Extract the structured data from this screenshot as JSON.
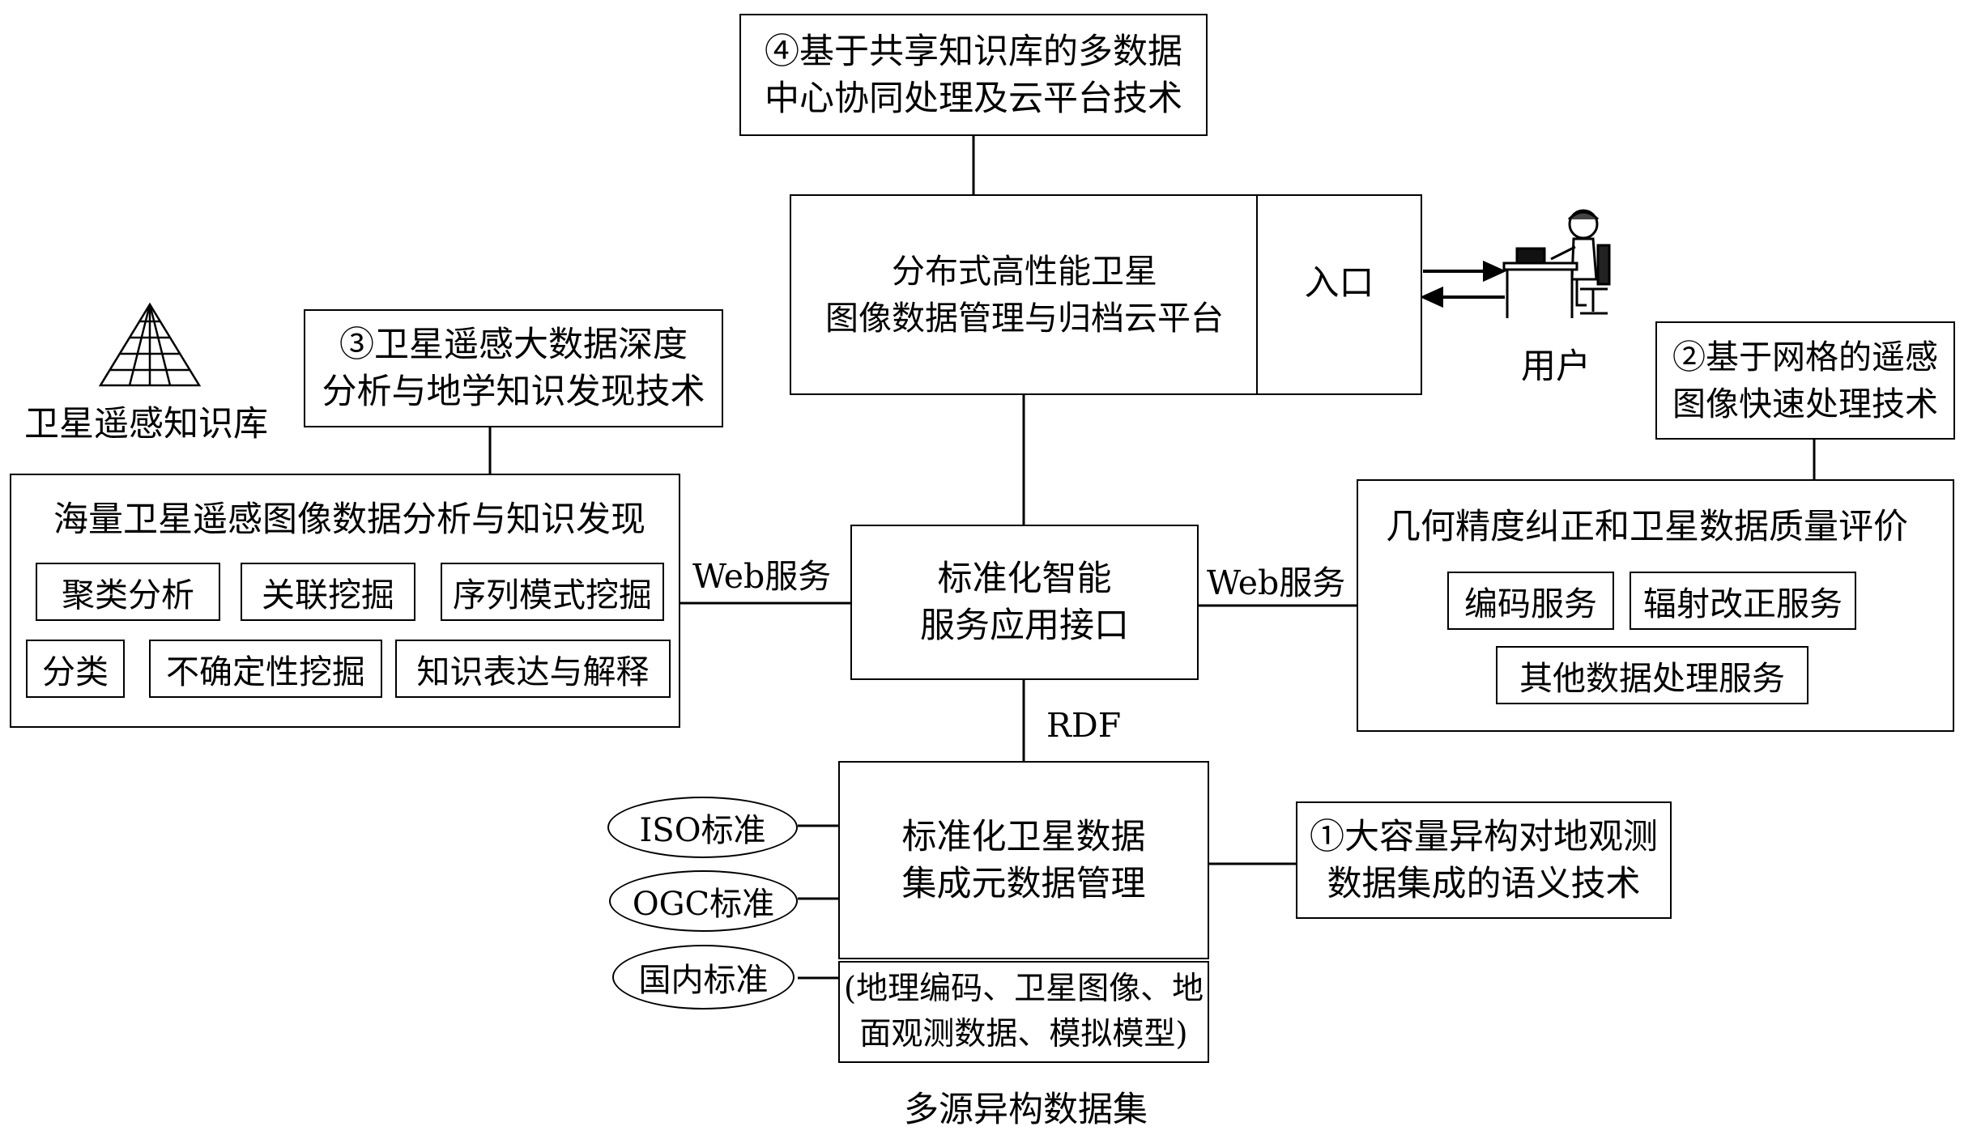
{
  "tech4": {
    "line1": "④基于共享知识库的多数据",
    "line2": "中心协同处理及云平台技术"
  },
  "platform": {
    "line1": "分布式高性能卫星",
    "line2": "图像数据管理与归档云平台",
    "entry": "入口"
  },
  "user": {
    "label": "用户"
  },
  "kb": {
    "label": "卫星遥感知识库"
  },
  "tech3": {
    "line1": "③卫星遥感大数据深度",
    "line2": "分析与地学知识发现技术"
  },
  "tech2": {
    "line1": "②基于网格的遥感",
    "line2": "图像快速处理技术"
  },
  "analysis": {
    "title": "海量卫星遥感图像数据分析与知识发现",
    "items": [
      "聚类分析",
      "关联挖掘",
      "序列模式挖掘",
      "分类",
      "不确定性挖掘",
      "知识表达与解释"
    ]
  },
  "geo": {
    "title": "几何精度纠正和卫星数据质量评价",
    "items": [
      "编码服务",
      "辐射改正服务",
      "其他数据处理服务"
    ]
  },
  "api": {
    "line1": "标准化智能",
    "line2": "服务应用接口"
  },
  "web_left": "Web服务",
  "web_right": "Web服务",
  "rdf": "RDF",
  "metadata": {
    "line1": "标准化卫星数据",
    "line2": "集成元数据管理"
  },
  "standards": [
    "ISO标准",
    "OGC标准",
    "国内标准"
  ],
  "tech1": {
    "line1": "①大容量异构对地观测",
    "line2": "数据集成的语义技术"
  },
  "dataset": {
    "line1": "(地理编码、卫星图像、地",
    "line2": "面观测数据、模拟模型)",
    "label": "多源异构数据集"
  }
}
